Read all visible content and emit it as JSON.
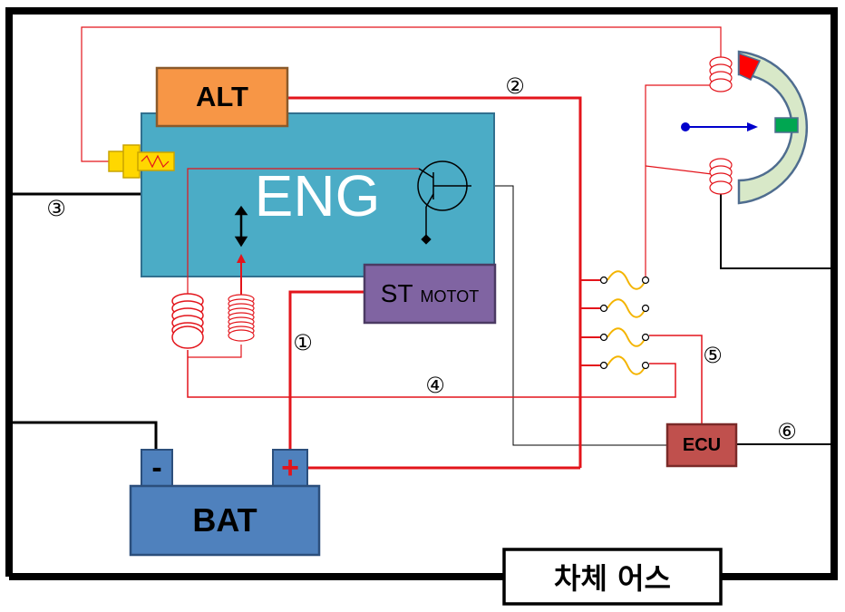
{
  "labels": {
    "alt": "ALT",
    "eng": "ENG",
    "st_main": "ST",
    "st_sub": "MOTOT",
    "ecu": "ECU",
    "bat": "BAT",
    "bat_neg": "-",
    "bat_pos": "+",
    "chassis_ground": "차체 어스"
  },
  "markers": [
    "①",
    "②",
    "③",
    "④",
    "⑤",
    "⑥"
  ],
  "colors": {
    "wire_red": "#e3141b",
    "wire_black": "#000000",
    "alt": "#f79646",
    "engine": "#4bacc6",
    "starter": "#8064a2",
    "ecu": "#c0504d",
    "battery": "#4f81bd",
    "arrow_blue": "#0000cc"
  }
}
